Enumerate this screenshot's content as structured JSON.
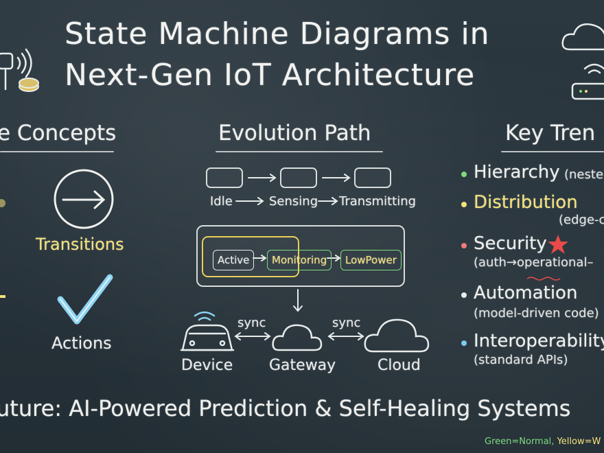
{
  "title": {
    "line1": "State Machine Diagrams in",
    "line2": "Next-Gen IoT Architecture"
  },
  "concepts": {
    "heading": "e Concepts",
    "transitions_label": "Transitions",
    "actions_label": "Actions"
  },
  "evolution": {
    "heading": "Evolution Path",
    "states_row": [
      "Idle",
      "Sensing",
      "Transmitting"
    ],
    "composite_states": [
      "Active",
      "Monitoring",
      "LowPower"
    ],
    "nodes": [
      "Device",
      "Gateway",
      "Cloud"
    ],
    "sync_label": "sync"
  },
  "trends": {
    "heading": "Key Tren",
    "items": [
      {
        "name": "Hierarchy",
        "detail": "(neste",
        "bullet": "#7fdc7f",
        "color": "#eef0ee"
      },
      {
        "name": "Distribution",
        "detail": "(edge-c",
        "bullet": "#f4e27a",
        "color": "#f4e27a"
      },
      {
        "name": "Security",
        "detail": "(auth→operational–",
        "bullet": "#f07b7b",
        "color": "#eef0ee"
      },
      {
        "name": "Automation",
        "detail": "(model-driven code)",
        "bullet": "#e9ecec",
        "color": "#eef0ee"
      },
      {
        "name": "Interoperability",
        "detail": "(standard APIs)",
        "bullet": "#7ec8ee",
        "color": "#eef0ee"
      }
    ]
  },
  "footer": {
    "text": "uture: AI-Powered Prediction & Self-Healing Systems",
    "legend_green": "Green=Normal, ",
    "legend_yellow": "Yellow=W"
  },
  "colors": {
    "chalk": "#e9ecec",
    "yellow": "#f4e27a",
    "green": "#7fdc7f",
    "red": "#e84a4a",
    "blue": "#8fd3f2"
  }
}
